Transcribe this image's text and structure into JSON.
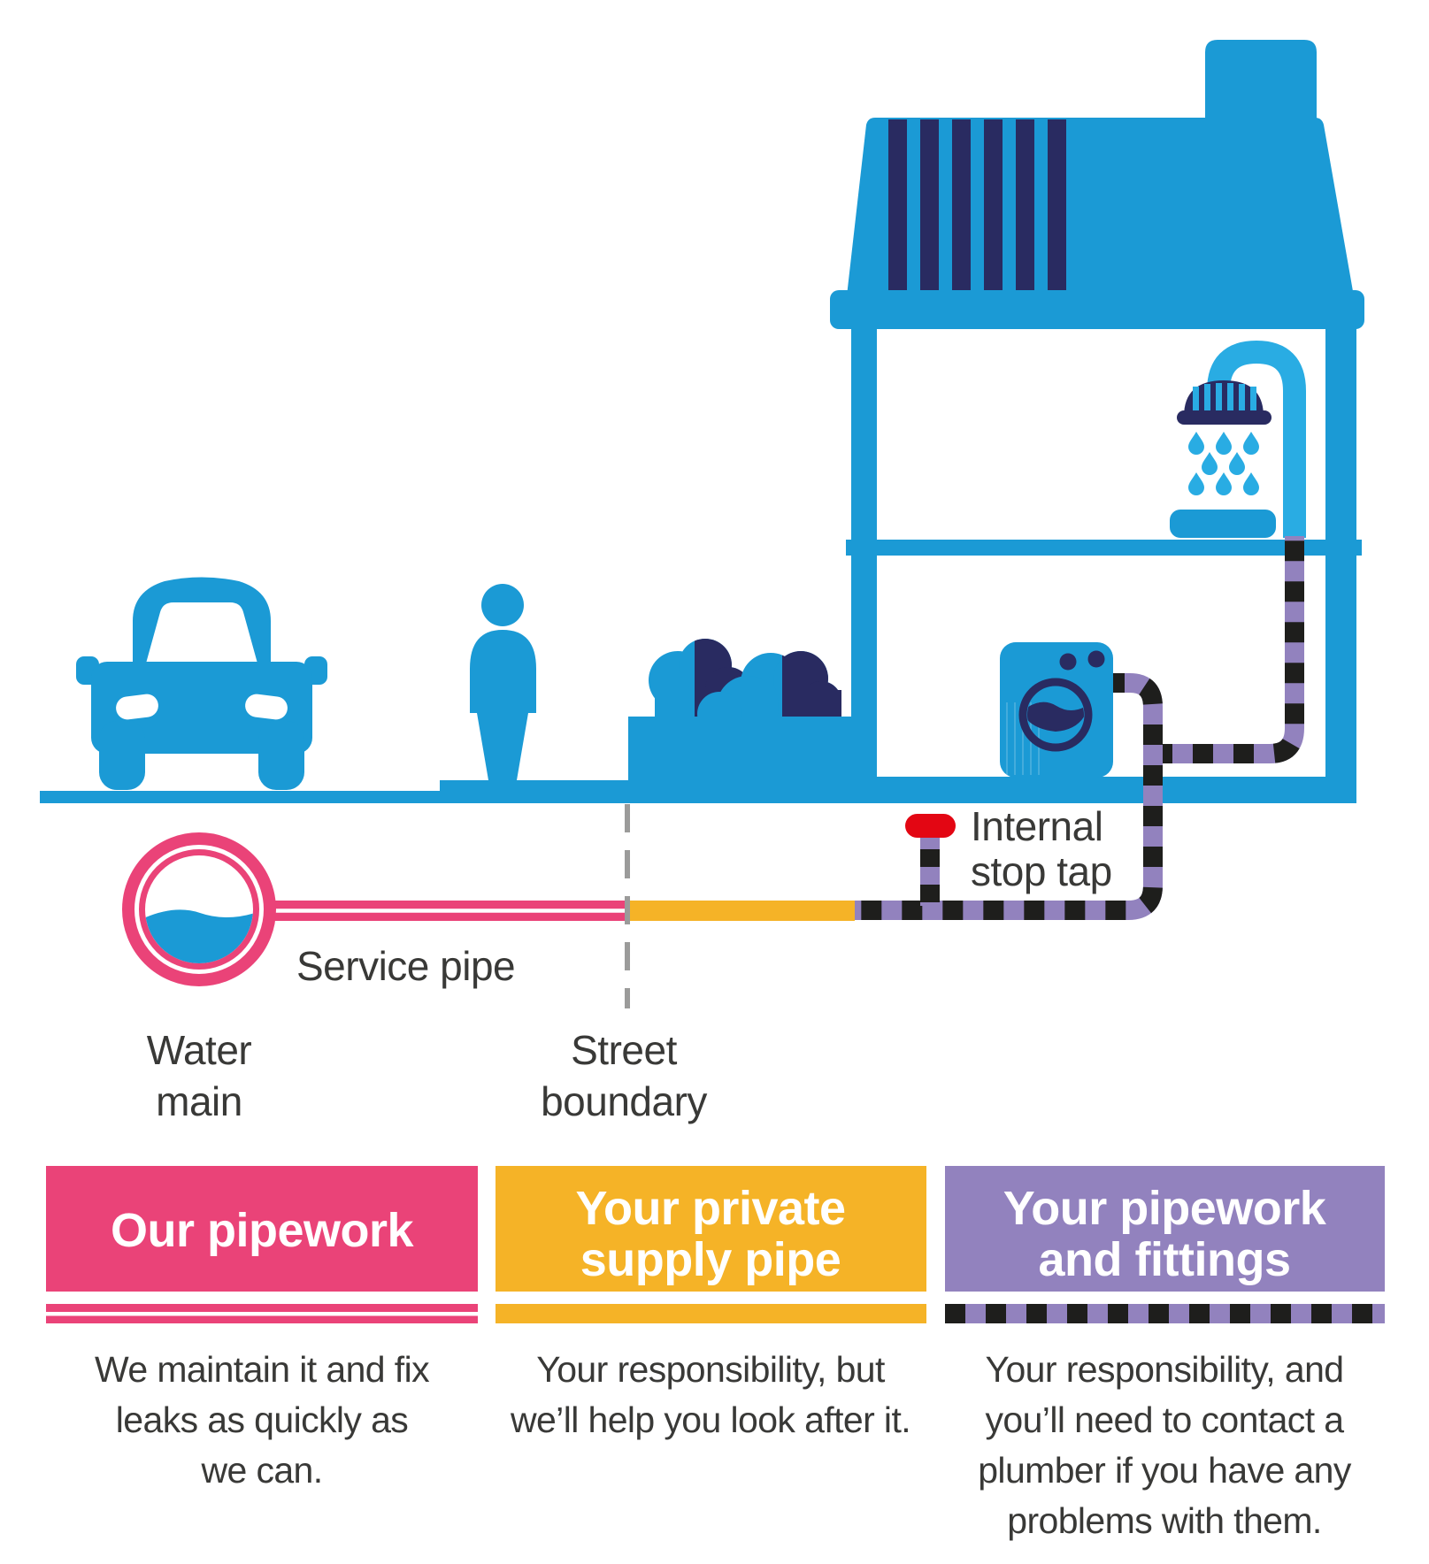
{
  "colors": {
    "main_blue": "#1B9AD5",
    "light_blue": "#29ACE3",
    "navy": "#292B61",
    "pink": "#EA4378",
    "yellow": "#F5B327",
    "purple": "#9282BE",
    "stripe_black": "#1E1E1C",
    "tap_red": "#E30613",
    "boundary_gray": "#9B9B9A",
    "text_gray": "#393937"
  },
  "scene": {
    "labels": {
      "water_main": {
        "line1": "Water",
        "line2": "main"
      },
      "service_pipe": "Service pipe",
      "street_boundary": {
        "line1": "Street",
        "line2": "boundary"
      },
      "internal_stop_tap": {
        "line1": "Internal",
        "line2": "stop tap"
      }
    },
    "icons": [
      "car-icon",
      "person-icon",
      "bush-icon",
      "house-icon",
      "shower-icon",
      "washing-machine-icon",
      "water-main-icon",
      "stop-tap-icon"
    ]
  },
  "legend": {
    "items": [
      {
        "id": "our-pipework",
        "color": "#EA4378",
        "pipe_style": "pink-with-white-line",
        "title_lines": [
          "Our pipework"
        ],
        "description_lines": [
          "We maintain it and fix",
          "leaks as quickly as",
          "we can."
        ]
      },
      {
        "id": "your-private-supply-pipe",
        "color": "#F5B327",
        "pipe_style": "solid-yellow",
        "title_lines": [
          "Your private",
          "supply pipe"
        ],
        "description_lines": [
          "Your responsibility, but",
          "we’ll help you look after it."
        ]
      },
      {
        "id": "your-pipework-and-fittings",
        "color": "#9282BE",
        "pipe_style": "purple-black-striped",
        "title_lines": [
          "Your pipework",
          "and fittings"
        ],
        "description_lines": [
          "Your responsibility, and",
          "you’ll need to contact a",
          "plumber if you have any",
          "problems with them."
        ]
      }
    ]
  }
}
